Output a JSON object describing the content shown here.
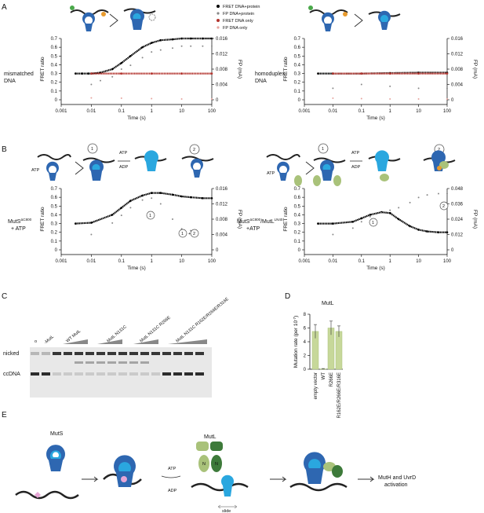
{
  "panel_labels": {
    "a": "A",
    "b": "B",
    "c": "C",
    "d": "D",
    "e": "E"
  },
  "legend": {
    "fret_protein": "FRET DNA+protein",
    "fp_protein": "FP DNA+protein",
    "fret_only": "FRET DNA only",
    "fp_only": "FP DNA only"
  },
  "colors": {
    "black": "#000000",
    "gray": "#888888",
    "red": "#b3342e",
    "pink": "#e6a59f",
    "mutl_green": "#a9c27a",
    "mutl_dark": "#3d7a3a",
    "muts_blue": "#2e67b1",
    "muts_light": "#2aa7df"
  },
  "axes": {
    "fret_label": "FRET ratio",
    "fp_label": "FP (mA)",
    "time_label": "Time (s)",
    "time_ticks": [
      "0.001",
      "0.01",
      "0.1",
      "1",
      "10",
      "100"
    ],
    "fret_ticks": [
      "0",
      "0.1",
      "0.2",
      "0.3",
      "0.4",
      "0.5",
      "0.6",
      "0.7"
    ],
    "fp_ticks_a": [
      "0",
      "0.004",
      "0.008",
      "0.012",
      "0.016"
    ],
    "fp_ticks_b2": [
      "0",
      "0.012",
      "0.024",
      "0.036",
      "0.048"
    ]
  },
  "side_labels": {
    "a1": [
      "mismatched",
      "DNA"
    ],
    "a2": [
      "homoduplex",
      "DNA"
    ],
    "b1": [
      "MutS",
      "ΔC800",
      "+ ATP"
    ],
    "b2": [
      "MutS",
      "ΔC800",
      "/MutL",
      "LN40",
      "+ATP"
    ]
  },
  "scheme": {
    "atp": "ATP",
    "adp": "ADP",
    "c1": "1",
    "c2": "2",
    "c12a": "1",
    "c12plus": "+",
    "c12b": "2"
  },
  "gel": {
    "lanes": [
      "o",
      "-MutL",
      "WT MutL",
      "MutL N131C",
      "MutL N131C R266E",
      "MutL N131C R162E/R266E/R316E"
    ],
    "bands": [
      "nicked",
      "ccDNA"
    ]
  },
  "panel_d": {
    "title": "MutL",
    "ylabel": "Mutation rate (per 10",
    "ylabel_exp": "-7",
    "ylabel_close": ")",
    "yticks": [
      "0",
      "2",
      "4",
      "6",
      "8"
    ]
  },
  "chart_data": [
    {
      "type": "bar",
      "title": "MutL",
      "ylabel": "Mutation rate (per 10-7)",
      "categories": [
        "empty vector",
        "WT",
        "R266E",
        "R162E/R266E/R316E"
      ],
      "values": [
        5.5,
        0.05,
        6.0,
        5.5
      ],
      "errors": [
        1.0,
        0.05,
        1.0,
        0.8
      ],
      "ylim": [
        0,
        8
      ]
    },
    {
      "type": "scatter",
      "panel": "A-left",
      "xscale": "log",
      "xlim": [
        0.001,
        100
      ],
      "ylim": [
        0,
        0.7
      ],
      "y2lim": [
        0,
        0.016
      ],
      "series": [
        {
          "name": "FRET DNA+protein",
          "x": [
            0.003,
            0.005,
            0.008,
            0.01,
            0.02,
            0.05,
            0.1,
            0.2,
            0.5,
            1,
            2,
            5,
            10,
            20,
            50,
            100
          ],
          "y": [
            0.3,
            0.3,
            0.3,
            0.3,
            0.31,
            0.35,
            0.42,
            0.5,
            0.6,
            0.65,
            0.68,
            0.69,
            0.7,
            0.7,
            0.7,
            0.7
          ]
        },
        {
          "name": "FP DNA+protein",
          "x": [
            0.01,
            0.02,
            0.05,
            0.1,
            0.2,
            0.5,
            1,
            2,
            5,
            10,
            20,
            50,
            100
          ],
          "y": [
            0.004,
            0.005,
            0.006,
            0.008,
            0.009,
            0.011,
            0.0125,
            0.013,
            0.0135,
            0.014,
            0.014,
            0.014,
            0.014
          ]
        },
        {
          "name": "FRET DNA only",
          "x": [
            0.01,
            0.1,
            1,
            10,
            100
          ],
          "y": [
            0.3,
            0.3,
            0.3,
            0.3,
            0.3
          ]
        },
        {
          "name": "FP DNA only",
          "x": [
            0.01,
            0.1,
            1,
            10,
            100
          ],
          "y": [
            0.0005,
            0.0004,
            0.0003,
            0.0002,
            0.0002
          ]
        }
      ]
    },
    {
      "type": "scatter",
      "panel": "A-right",
      "xscale": "log",
      "xlim": [
        0.001,
        100
      ],
      "ylim": [
        0,
        0.7
      ],
      "y2lim": [
        0,
        0.016
      ],
      "series": [
        {
          "name": "FRET DNA+protein",
          "x": [
            0.003,
            0.01,
            0.1,
            1,
            10,
            100
          ],
          "y": [
            0.3,
            0.3,
            0.3,
            0.305,
            0.31,
            0.31
          ]
        },
        {
          "name": "FP DNA+protein",
          "x": [
            0.01,
            0.1,
            1,
            10,
            100
          ],
          "y": [
            0.003,
            0.004,
            0.0035,
            0.003,
            0.003
          ]
        },
        {
          "name": "FRET DNA only",
          "x": [
            0.01,
            0.1,
            1,
            10,
            100
          ],
          "y": [
            0.3,
            0.3,
            0.3,
            0.3,
            0.3
          ]
        },
        {
          "name": "FP DNA only",
          "x": [
            0.01,
            0.1,
            1,
            10,
            100
          ],
          "y": [
            0.0004,
            0.0003,
            0.0002,
            0.0002,
            0.0002
          ]
        }
      ]
    },
    {
      "type": "scatter",
      "panel": "B-left",
      "xscale": "log",
      "xlim": [
        0.001,
        100
      ],
      "ylim": [
        0,
        0.7
      ],
      "y2lim": [
        0,
        0.016
      ],
      "series": [
        {
          "name": "FRET DNA+protein",
          "x": [
            0.003,
            0.01,
            0.05,
            0.1,
            0.2,
            0.5,
            1,
            2,
            5,
            10,
            20,
            50,
            100
          ],
          "y": [
            0.3,
            0.31,
            0.4,
            0.48,
            0.56,
            0.62,
            0.65,
            0.65,
            0.63,
            0.61,
            0.6,
            0.59,
            0.59
          ]
        },
        {
          "name": "FP DNA+protein",
          "x": [
            0.01,
            0.05,
            0.1,
            0.2,
            0.5,
            1,
            2,
            5,
            10,
            20
          ],
          "y": [
            0.004,
            0.007,
            0.009,
            0.011,
            0.013,
            0.0135,
            0.012,
            0.008,
            0.0055,
            0.005
          ]
        }
      ]
    },
    {
      "type": "scatter",
      "panel": "B-right",
      "xscale": "log",
      "xlim": [
        0.001,
        100
      ],
      "ylim": [
        0,
        0.7
      ],
      "y2lim": [
        0,
        0.048
      ],
      "series": [
        {
          "name": "FRET DNA+protein",
          "x": [
            0.003,
            0.01,
            0.05,
            0.1,
            0.2,
            0.5,
            1,
            2,
            5,
            10,
            20,
            50,
            100
          ],
          "y": [
            0.3,
            0.3,
            0.32,
            0.36,
            0.4,
            0.43,
            0.42,
            0.35,
            0.27,
            0.23,
            0.21,
            0.2,
            0.2
          ]
        },
        {
          "name": "FP DNA+protein",
          "x": [
            0.01,
            0.05,
            0.1,
            0.2,
            0.5,
            1,
            2,
            5,
            10,
            20,
            50,
            100
          ],
          "y": [
            0.012,
            0.017,
            0.022,
            0.026,
            0.029,
            0.031,
            0.033,
            0.037,
            0.041,
            0.043,
            0.044,
            0.044
          ]
        }
      ]
    }
  ],
  "panel_e": {
    "muts": "MutS",
    "mutl": "MutL",
    "n1": "N",
    "n2": "N",
    "atp": "ATP",
    "adp": "ADP",
    "slide": "slide",
    "end1": "MutH and UvrD",
    "end2": "activation"
  }
}
